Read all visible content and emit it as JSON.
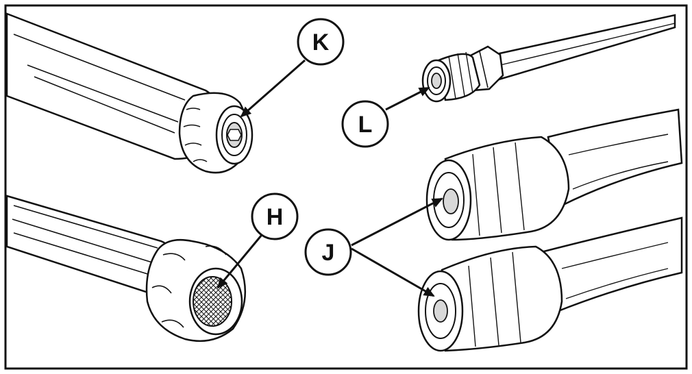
{
  "diagram": {
    "callouts": [
      {
        "id": "K",
        "label": "K"
      },
      {
        "id": "L",
        "label": "L"
      },
      {
        "id": "H",
        "label": "H"
      },
      {
        "id": "J",
        "label": "J"
      }
    ]
  },
  "colors": {
    "stroke": "#111111",
    "fill": "#ffffff",
    "tint": "#d8d8d8"
  }
}
